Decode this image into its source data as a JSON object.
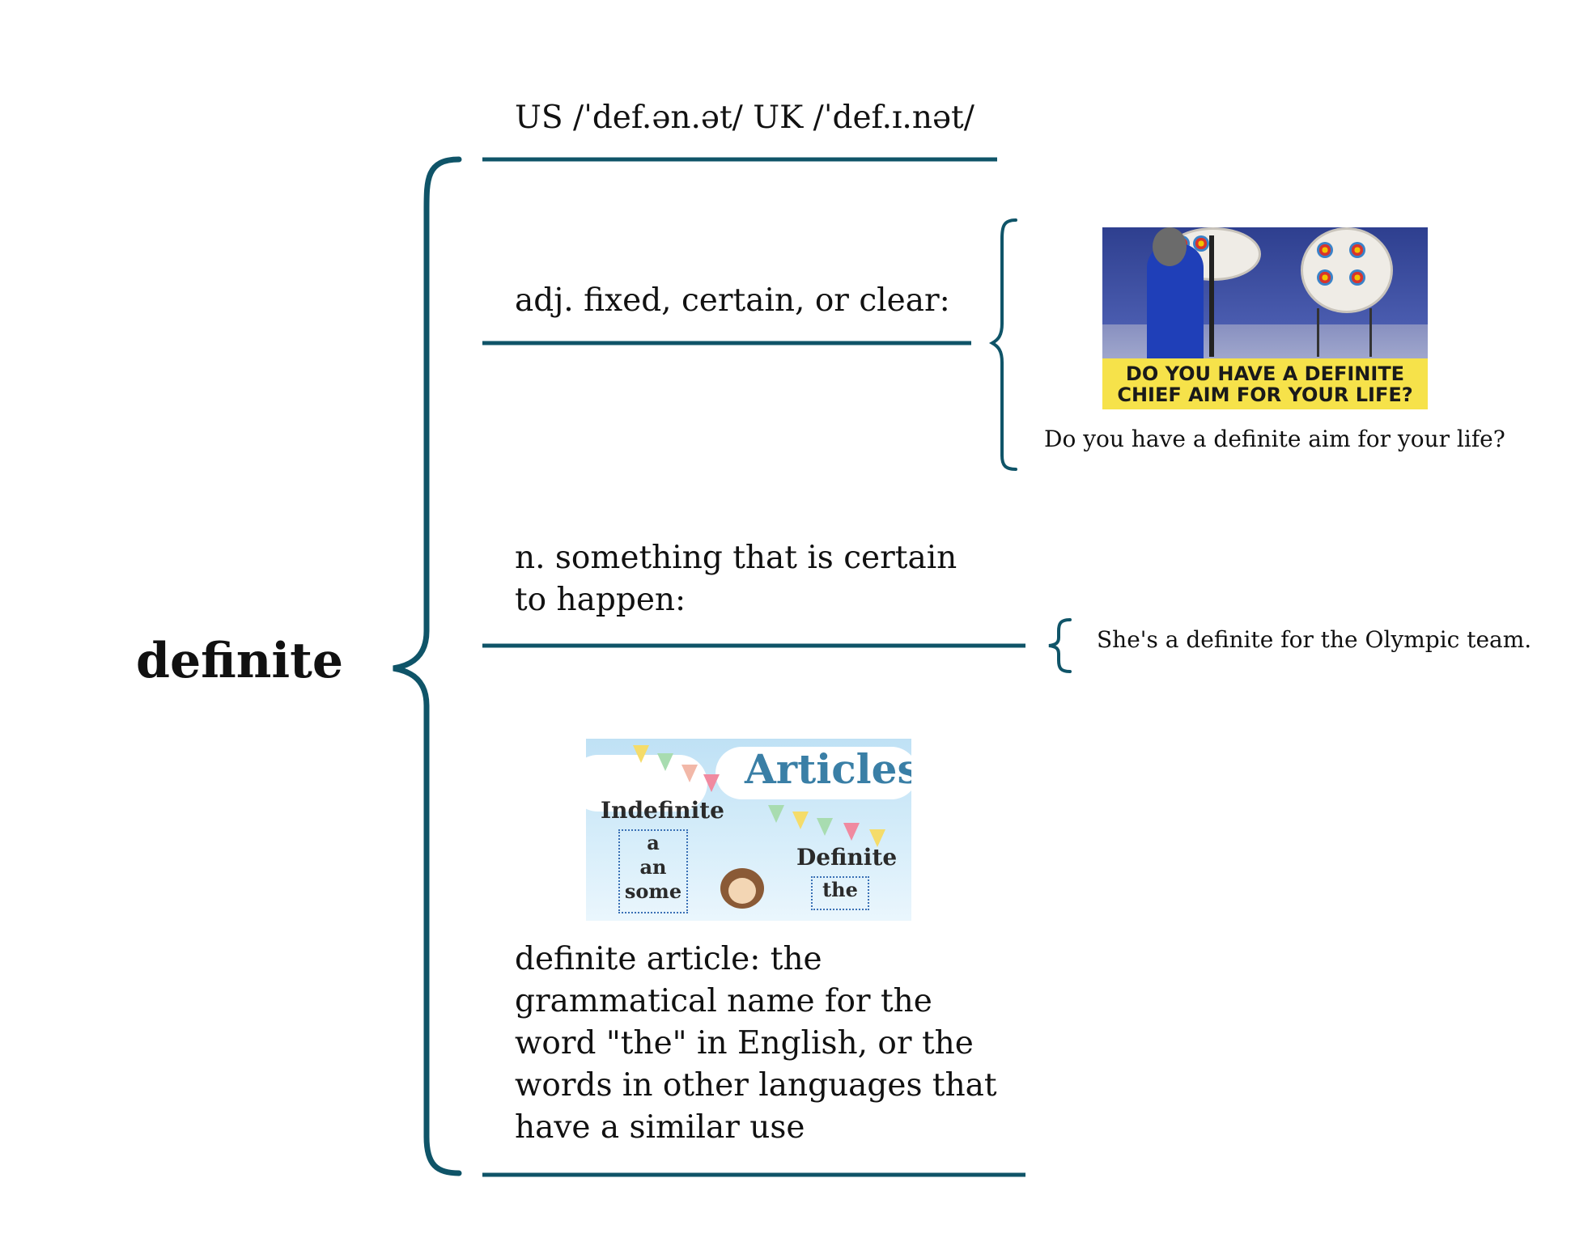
{
  "root": {
    "word": "definite"
  },
  "branches": {
    "pronunciation": "US  /ˈdef.ən.ət/ UK  /ˈdef.ɪ.nət/",
    "adjective": {
      "text": "adj. fixed, certain, or clear:",
      "example": "Do you have a definite aim for your life?",
      "image": {
        "banner": "DO YOU HAVE A DEFINITE CHIEF AIM FOR YOUR LIFE?"
      }
    },
    "noun": {
      "text": "n. something that is certain to happen:",
      "example": "She's a definite for the Olympic team."
    },
    "article": {
      "text": "definite article: the grammatical name for the word \"the\" in English, or the words in other languages that have a similar use",
      "image": {
        "title": "Articles",
        "indefinite_label": "Indefinite",
        "indefinite_words": [
          "a",
          "an",
          "some"
        ],
        "definite_label": "Definite",
        "definite_words": [
          "the"
        ]
      }
    }
  },
  "colors": {
    "line": "#0f5468",
    "text": "#111111"
  }
}
